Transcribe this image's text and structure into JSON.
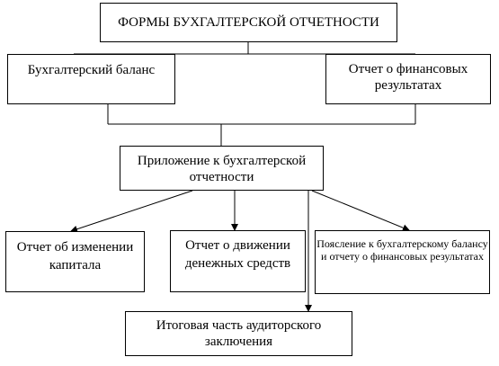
{
  "diagram": {
    "title": "ФОРМЫ БУХГАЛТЕРСКОЙ ОТЧЕТНОСТИ",
    "balance": "Бухгалтерский баланс",
    "financial_results": "Отчет о финансовых результатах",
    "appendix": "Приложение к  бухгалтерской отчетности",
    "capital_changes": "Отчет об изменении капитала",
    "cash_flow": "Отчет о движении денежных средств",
    "explanation": "Пояслени­е к бухгалтерскому балансу и отчету о финансовых результатах",
    "audit": "Итоговая часть аудиторского заключения"
  }
}
